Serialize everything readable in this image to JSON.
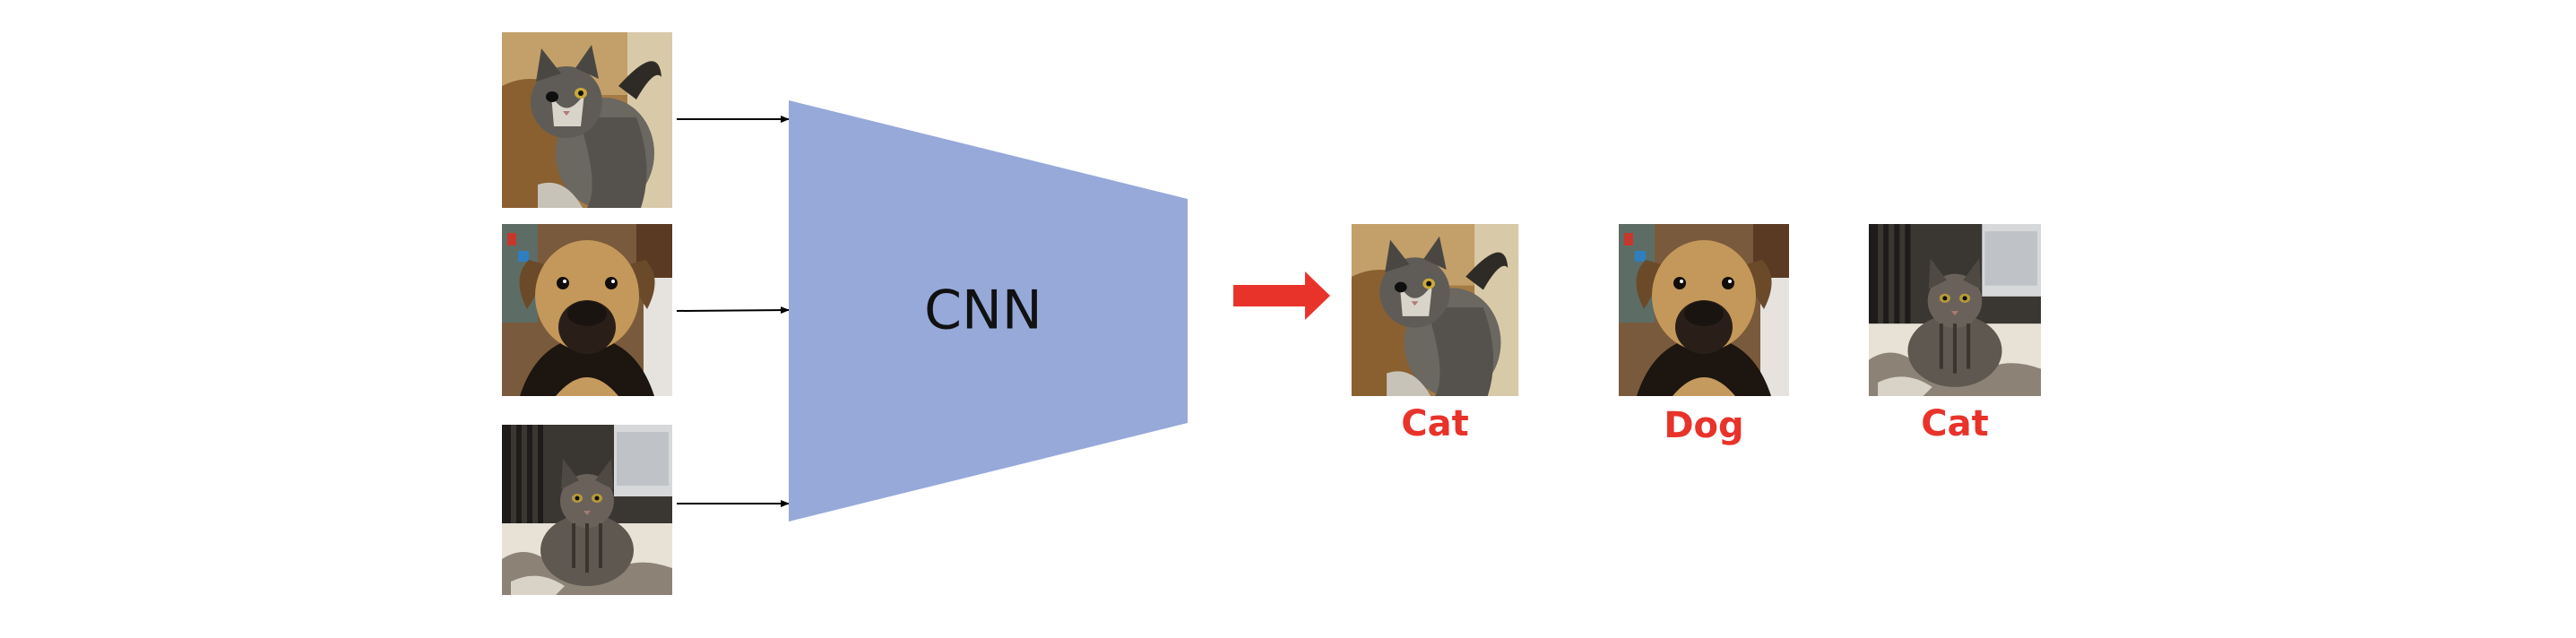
{
  "network": {
    "label": "CNN",
    "fill_color": "#96a9d9"
  },
  "inputs": [
    {
      "subject": "cat",
      "name": "input-image-cat-1"
    },
    {
      "subject": "dog",
      "name": "input-image-dog"
    },
    {
      "subject": "kitten",
      "name": "input-image-cat-2"
    }
  ],
  "arrow_color": "#e8332a",
  "outputs": [
    {
      "subject": "cat",
      "label": "Cat"
    },
    {
      "subject": "dog",
      "label": "Dog"
    },
    {
      "subject": "kitten",
      "label": "Cat"
    }
  ],
  "label_color": "#e8332a"
}
